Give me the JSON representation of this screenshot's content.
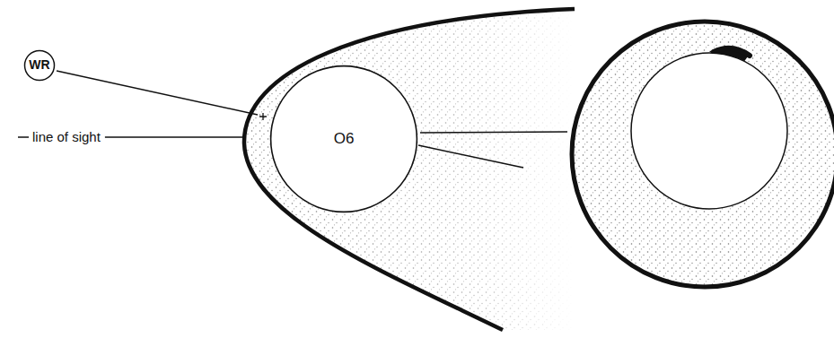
{
  "diagram": {
    "nodes": [
      {
        "text": [
          "WR"
        ]
      },
      {
        "text": [
          "O6"
        ]
      }
    ],
    "edges": [],
    "labels": [
      "line of sight"
    ]
  }
}
